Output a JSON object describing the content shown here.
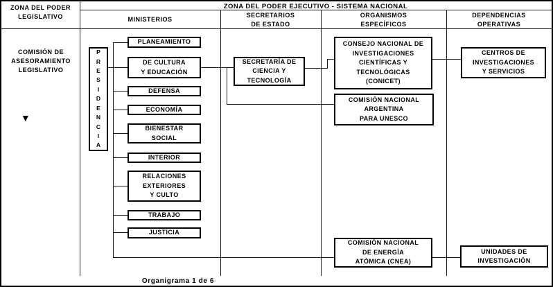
{
  "header": {
    "legislative": "ZONA DEL PODER\nLEGISLATIVO",
    "executive": "ZONA DEL PODER EJECUTIVO - SISTEMA NACIONAL",
    "columns": [
      {
        "label": "MINISTERIOS"
      },
      {
        "label": "SECRETARIOS\nDE ESTADO"
      },
      {
        "label": "ORGANISMOS\nESPECÍFICOS"
      },
      {
        "label": "DEPENDENCIAS\nOPERATIVAS"
      }
    ]
  },
  "legislative_zone": {
    "commission": "COMISIÓN DE\nASESORAMIENTO\nLEGISLATIVO",
    "arrow_icon": "▼"
  },
  "executive_zone": {
    "presidencia": {
      "label": "PRESIDENCIA",
      "stacked": "P\nR\nE\nS\nI\nD\nE\nN\nC\nI\nA"
    },
    "ministries": [
      {
        "label": "PLANEAMIENTO"
      },
      {
        "label": "DE CULTURA\nY EDUCACIÓN"
      },
      {
        "label": "DEFENSA"
      },
      {
        "label": "ECONOMÍA"
      },
      {
        "label": "BIENESTAR\nSOCIAL"
      },
      {
        "label": "INTERIOR"
      },
      {
        "label": "RELACIONES\nEXTERIORES\nY CULTO"
      },
      {
        "label": "TRABAJO"
      },
      {
        "label": "JUSTICIA"
      }
    ],
    "secretariats": [
      {
        "label": "SECRETARÍA DE\nCIENCIA Y\nTECNOLOGÍA"
      }
    ],
    "organisms": [
      {
        "label": "CONSEJO NACIONAL DE\nINVESTIGACIONES\nCIENTÍFICAS Y\nTECNOLÓGICAS\n(CONICET)"
      },
      {
        "label": "COMISIÓN NACIONAL\nARGENTINA\nPARA UNESCO"
      },
      {
        "label": "COMISIÓN NACIONAL\nDE ENERGÍA\nATÓMICA (CNEA)"
      }
    ],
    "dependencies": [
      {
        "label": "CENTROS DE\nINVESTIGACIONES\nY SERVICIOS"
      },
      {
        "label": "UNIDADES DE\nINVESTIGACIÓN"
      }
    ]
  },
  "caption": "Organigrama 1 de 6",
  "colors": {
    "line": "#000000",
    "background": "#ffffff",
    "text": "#000000"
  }
}
